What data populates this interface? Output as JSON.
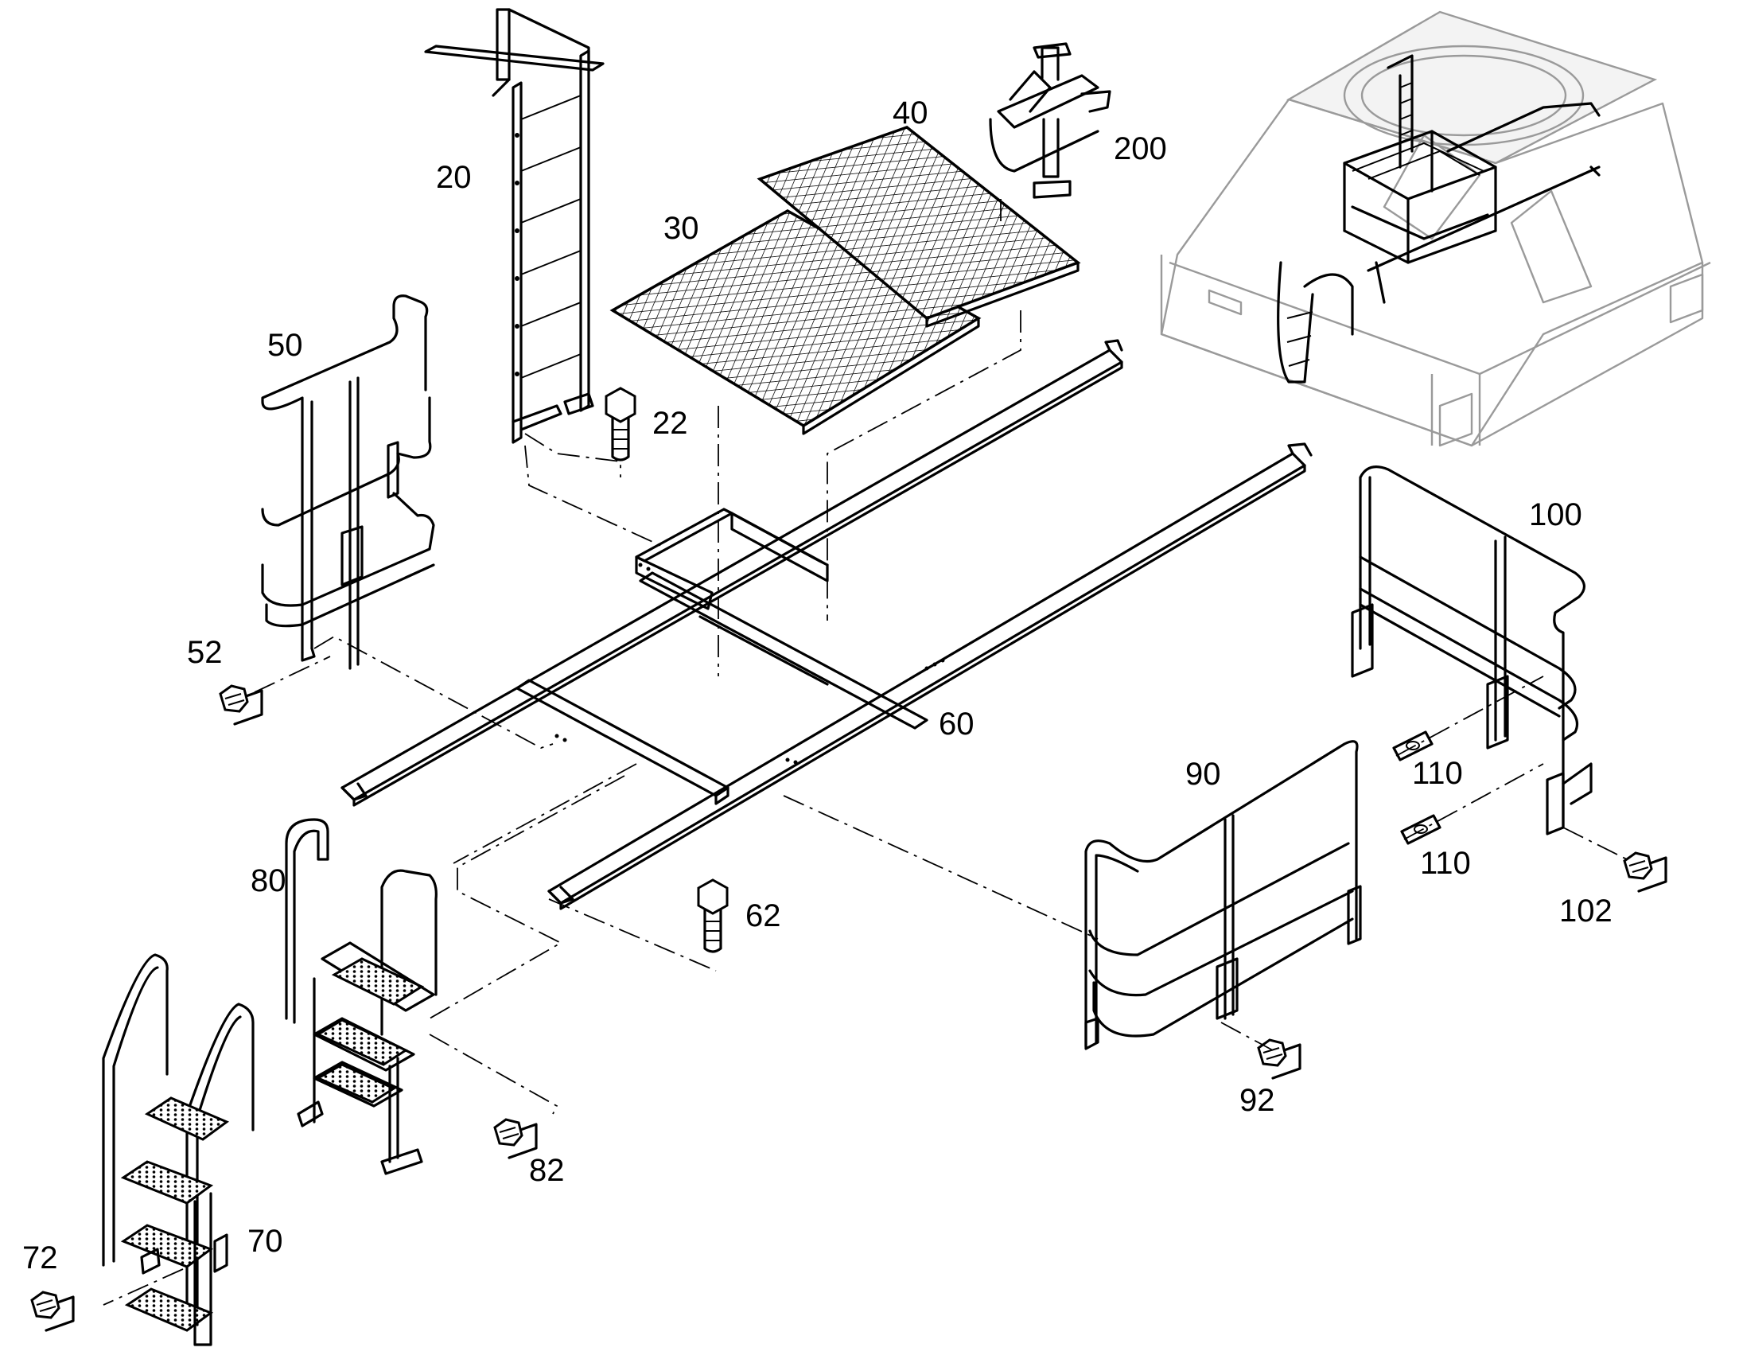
{
  "colors": {
    "ink": "#000000",
    "ghost": "#9a9a9a",
    "background": "#ffffff"
  },
  "parts": [
    {
      "id": "p20",
      "label": "20"
    },
    {
      "id": "p22",
      "label": "22"
    },
    {
      "id": "p30",
      "label": "30"
    },
    {
      "id": "p40",
      "label": "40"
    },
    {
      "id": "p50",
      "label": "50"
    },
    {
      "id": "p52",
      "label": "52"
    },
    {
      "id": "p60",
      "label": "60"
    },
    {
      "id": "p62",
      "label": "62"
    },
    {
      "id": "p70",
      "label": "70"
    },
    {
      "id": "p72",
      "label": "72"
    },
    {
      "id": "p80",
      "label": "80"
    },
    {
      "id": "p82",
      "label": "82"
    },
    {
      "id": "p90",
      "label": "90"
    },
    {
      "id": "p92",
      "label": "92"
    },
    {
      "id": "p100",
      "label": "100"
    },
    {
      "id": "p102",
      "label": "102"
    },
    {
      "id": "p110a",
      "label": "110"
    },
    {
      "id": "p110b",
      "label": "110"
    },
    {
      "id": "p200",
      "label": "200"
    }
  ]
}
